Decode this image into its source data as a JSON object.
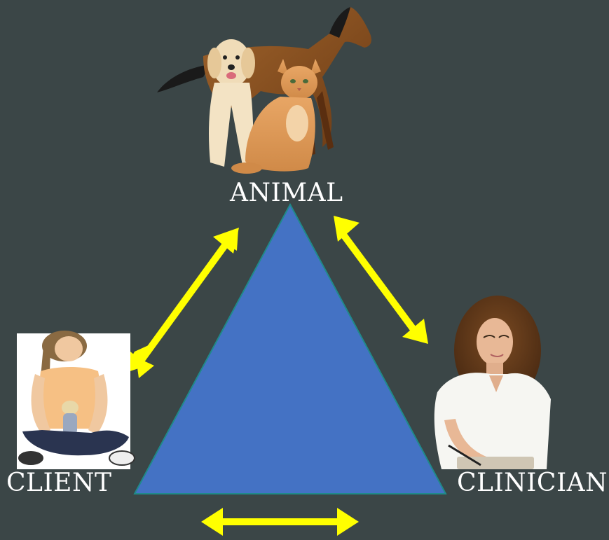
{
  "labels": {
    "animal": "ANIMAL",
    "client": "CLIENT",
    "clinician": "CLINICIAN"
  },
  "colors": {
    "background": "#3b4647",
    "triangle_fill": "#4472c4",
    "triangle_stroke": "#1f8a8a",
    "arrow": "#ffff00",
    "label": "#ffffff"
  },
  "images": {
    "animals": "dog-horse-cat-photo",
    "client": "girl-with-doll-photo",
    "clinician": "woman-writing-photo"
  }
}
